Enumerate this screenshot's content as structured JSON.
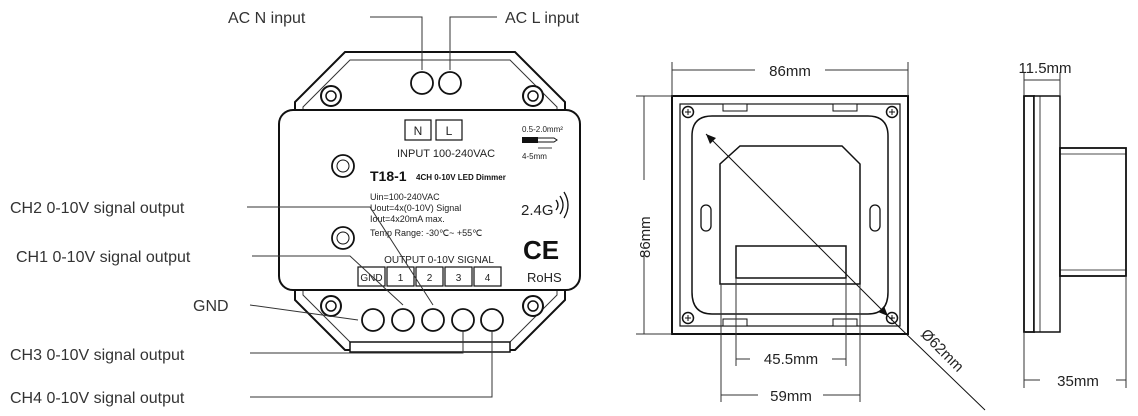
{
  "callouts": {
    "ac_n": "AC N input",
    "ac_l": "AC L input",
    "ch2": "CH2 0-10V signal output",
    "ch1": "CH1 0-10V signal output",
    "gnd": "GND",
    "ch3": "CH3 0-10V signal output",
    "ch4": "CH4 0-10V signal output"
  },
  "device": {
    "terminal_n": "N",
    "terminal_l": "L",
    "wire_spec": "0.5-2.0mm²",
    "strip_len": "4-5mm",
    "input": "INPUT 100-240VAC",
    "model": "T18-1",
    "model_desc": "4CH 0-10V LED Dimmer",
    "spec_uin": "Uin=100-240VAC",
    "spec_uout": "Uout=4x(0-10V) Signal",
    "spec_iout": "Iout=4x20mA max.",
    "spec_temp": "Temp Range: -30℃~ +55℃",
    "freq": "2.4G",
    "ce": "CE",
    "rohs": "RoHS",
    "output": "OUTPUT 0-10V SIGNAL",
    "out_terminals": [
      "GND",
      "1",
      "2",
      "3",
      "4"
    ]
  },
  "dimensions": {
    "width_top": "86mm",
    "height_left": "86mm",
    "inner_a": "45.5mm",
    "inner_b": "59mm",
    "diameter": "Ø62mm",
    "depth_total": "11.5mm",
    "depth_side": "35mm"
  }
}
